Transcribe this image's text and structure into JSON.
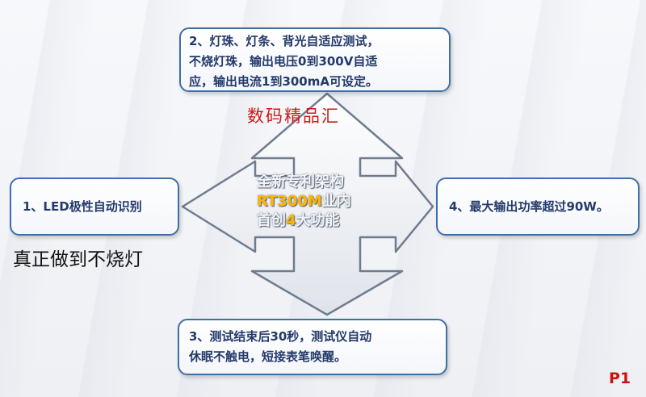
{
  "boxes": {
    "top": {
      "lines": [
        "2、灯珠、灯条、背光自适应测试，",
        "不烧灯珠，输出电压0到300V自适",
        "应，输出电流1到300mA可设定。"
      ]
    },
    "left": {
      "text": "1、LED极性自动识别"
    },
    "right": {
      "text": "4、最大输出功率超过90W。"
    },
    "bottom": {
      "lines": [
        "3、测试结束后30秒，测试仪自动",
        "休眠不触电，短接表笔唤醒。"
      ]
    }
  },
  "center": {
    "line1": "全新专利架构",
    "line2_highlight": "RT300M",
    "line2_rest": "业内",
    "line3_a": "首创",
    "line3_highlight": "4",
    "line3_b": "大功能"
  },
  "watermark": "数码精品汇",
  "side_note": "真正做到不烧灯",
  "page_label": "P1",
  "colors": {
    "box_border": "#3f6fa8",
    "box_text": "#243a6b",
    "highlight": "#ffb400",
    "watermark": "#cc1a1a",
    "page_label": "#cc1111"
  }
}
